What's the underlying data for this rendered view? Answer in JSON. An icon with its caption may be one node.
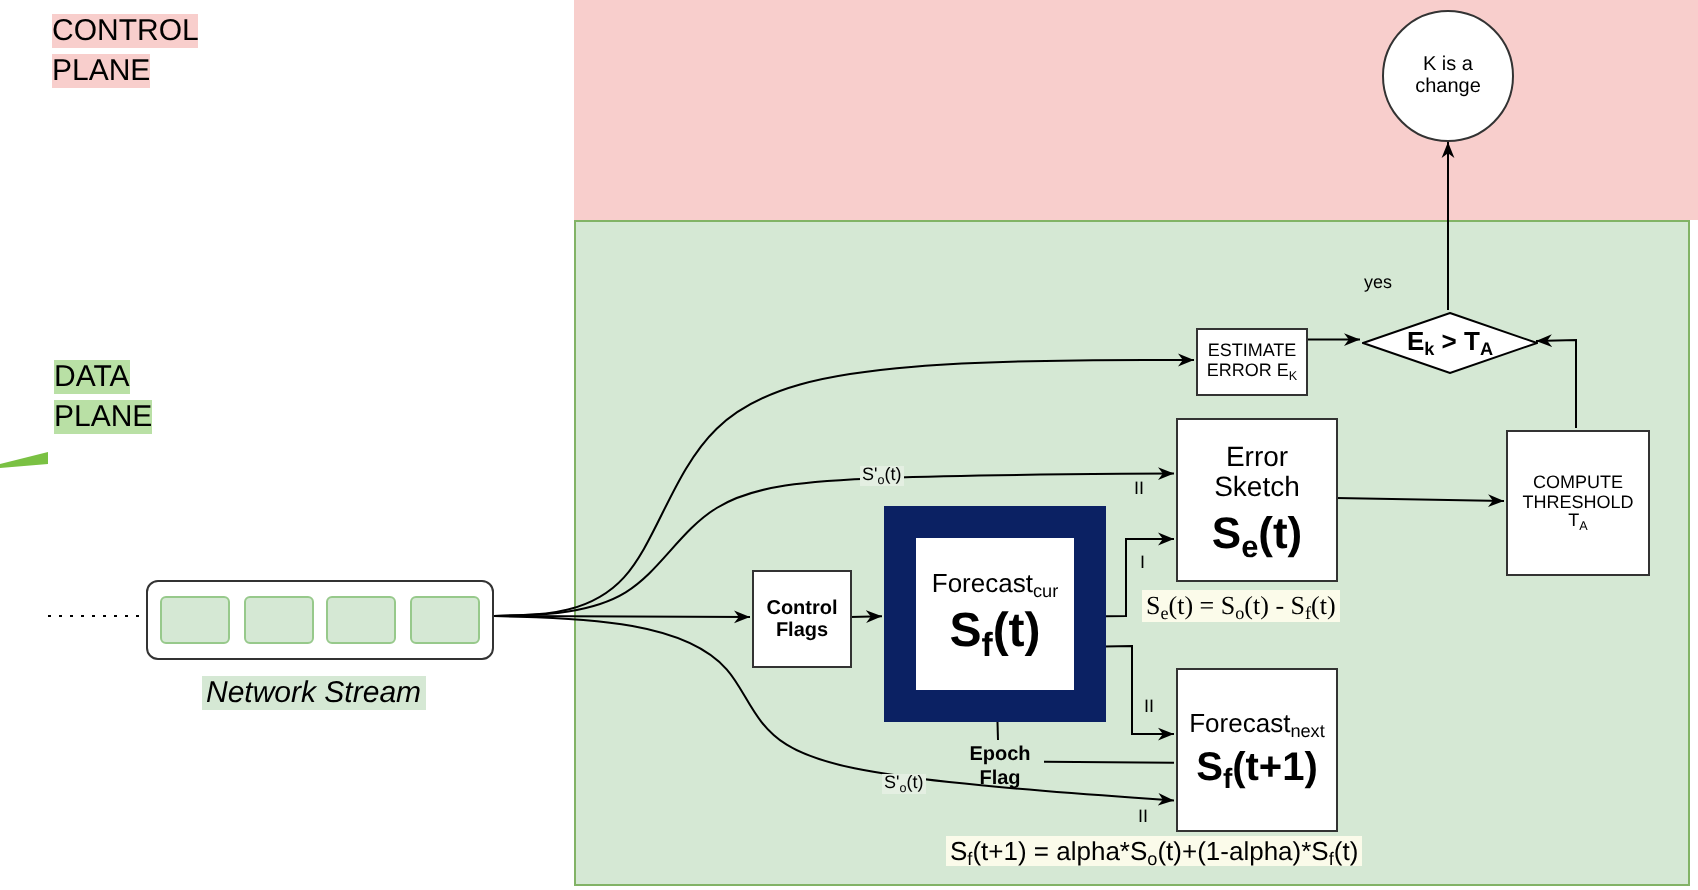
{
  "diagram": {
    "nodes": [
      {
        "text": [
          "CONTROL PLANE"
        ]
      },
      {
        "text": [
          "K is a change"
        ],
        "in": 0
      },
      {
        "text": [
          "DATA PLANE"
        ]
      },
      {
        "text": [],
        "shape": "box",
        "beside": [
          "Network Stream"
        ]
      },
      {
        "text": [
          "Control Flags"
        ],
        "in": 2
      },
      {
        "text": [
          "Forecast$_{cur}$",
          "S$_{f}$(t)"
        ],
        "in": 2
      },
      {
        "text": [
          "Error Sketch",
          "S$_{e}$(t)"
        ],
        "in": 2,
        "beside": [
          "S$_{e}$(t) = S$_{o}$(t) - S$_{f}$(t)"
        ]
      },
      {
        "text": [
          "ESTIMATE ERROR E$_{K}$"
        ],
        "in": 2
      },
      {
        "text": [
          "E$_{k}$ > T$_{A}$"
        ],
        "in": 2
      },
      {
        "text": [
          "COMPUTE THRESHOLD T$_{A}$"
        ],
        "in": 2
      },
      {
        "text": [
          "Forecast$_{next}$",
          "S$_{f}$(t+1)"
        ],
        "in": 2,
        "beside": [
          "S$_{f}$(t+1) = alpha*S$_{o}$(t)+(1-alpha)*S$_{f}$(t)"
        ]
      },
      {
        "text": [
          "Epoch Flag"
        ],
        "in": 2
      }
    ],
    "edges": [
      {
        "from": null,
        "to": 3,
        "arrow": "none",
        "style": "dashed"
      },
      {
        "from": 3,
        "to": 7,
        "arrow": "to"
      },
      {
        "from": 3,
        "to": 6,
        "arrow": "to",
        "label": "S'$_{o}$(t)"
      },
      {
        "from": 3,
        "to": 4,
        "arrow": "to"
      },
      {
        "from": 3,
        "to": 10,
        "arrow": "to",
        "label": "S'$_{o}$(t)"
      },
      {
        "from": 4,
        "to": 5,
        "arrow": "to"
      },
      {
        "from": 5,
        "to": 6,
        "arrow": "to"
      },
      {
        "from": 5,
        "to": 10,
        "arrow": "to"
      },
      {
        "from": 5,
        "to": 11,
        "arrow": "none"
      },
      {
        "from": 11,
        "to": 10,
        "arrow": "none"
      },
      {
        "from": 6,
        "to": 9,
        "arrow": "to"
      },
      {
        "from": 7,
        "to": 8,
        "arrow": "to"
      },
      {
        "from": 9,
        "to": 8,
        "arrow": "to"
      },
      {
        "from": 8,
        "to": 1,
        "arrow": "to",
        "label": "yes"
      }
    ],
    "labels": [
      "II",
      "I",
      "II",
      "II"
    ]
  }
}
